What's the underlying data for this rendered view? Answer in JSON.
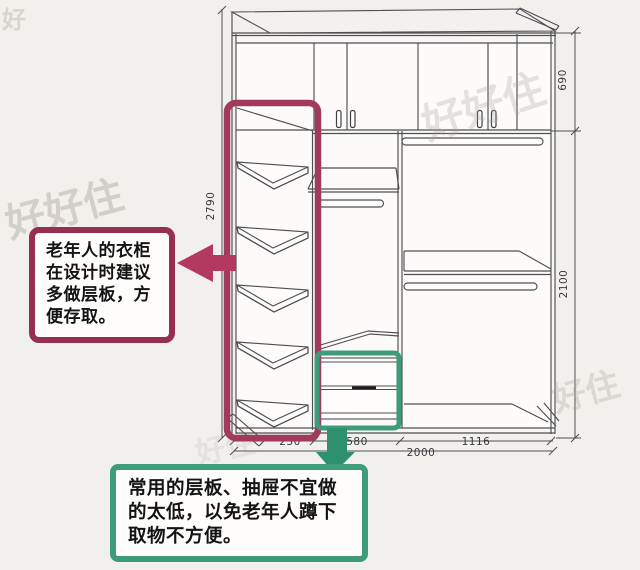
{
  "notes": {
    "left": {
      "text": "老年人的衣柜在设计时建议多做层板，方便存取。"
    },
    "bottom": {
      "text": "常用的层板、抽屉不宜做的太低，以免老年人蹲下取物不方便。"
    }
  },
  "dimensions": {
    "total_height": "2790",
    "top_cabinet_height": "690",
    "body_height": "2100",
    "left_column_width": "230",
    "middle_column_width": "580",
    "right_column_width": "1116",
    "total_width": "2000"
  },
  "colors": {
    "highlight_red": "#a23a5e",
    "arrow_red": "#b4395f",
    "highlight_green": "#3f9c7b",
    "arrow_green": "#2f9070",
    "line": "#4f4f52"
  },
  "watermarks": [
    "好",
    "好好住",
    "好好住",
    "好住",
    "好住"
  ]
}
